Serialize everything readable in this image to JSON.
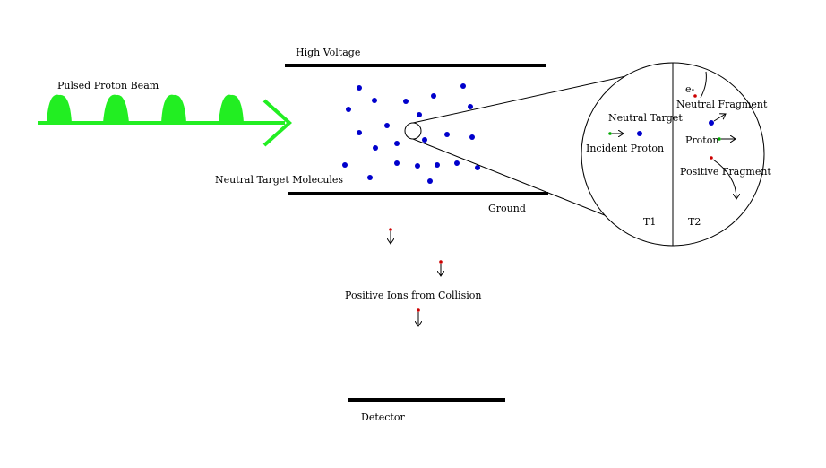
{
  "labels": {
    "pulsed_proton_beam": "Pulsed Proton Beam",
    "high_voltage": "High Voltage",
    "neutral_target_molecules": "Neutral Target Molecules",
    "ground": "Ground",
    "positive_ions": "Positive Ions from Collision",
    "detector": "Detector"
  },
  "inset": {
    "left": {
      "neutral_target": "Neutral Target",
      "incident_proton": "Incident Proton",
      "time_label": "T1"
    },
    "right": {
      "electron": "e-",
      "neutral_fragment": "Neutral Fragment",
      "proton": "Proton",
      "positive_fragment": "Positive Fragment",
      "time_label": "T2"
    }
  },
  "colors": {
    "beam": "#22ee22",
    "molecule": "#0000cc",
    "ion": "#cc0000",
    "proton_dot": "#00aa00",
    "line": "#000000"
  }
}
